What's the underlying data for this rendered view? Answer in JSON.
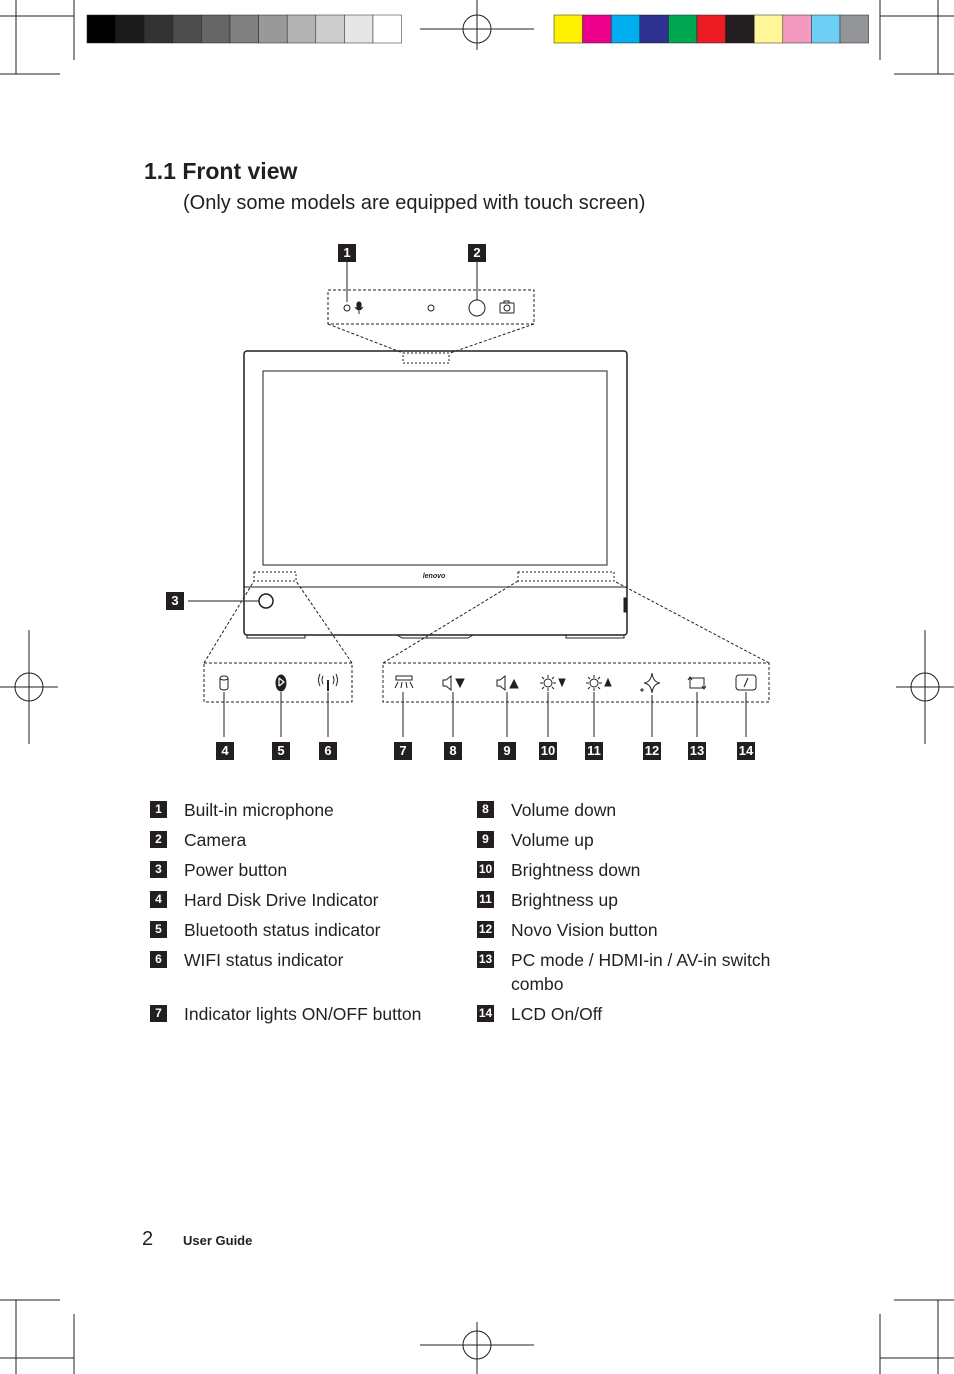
{
  "header": {
    "title": "1.1 Front view",
    "subtitle": "(Only some models are equipped with touch screen)"
  },
  "diagram": {
    "brand_text": "lenovo",
    "callouts": [
      "1",
      "2",
      "3",
      "4",
      "5",
      "6",
      "7",
      "8",
      "9",
      "10",
      "11",
      "12",
      "13",
      "14"
    ]
  },
  "legend": {
    "left": [
      {
        "num": "1",
        "label": "Built-in microphone"
      },
      {
        "num": "2",
        "label": "Camera"
      },
      {
        "num": "3",
        "label": "Power button"
      },
      {
        "num": "4",
        "label": "Hard Disk Drive Indicator"
      },
      {
        "num": "5",
        "label": "Bluetooth status indicator"
      },
      {
        "num": "6",
        "label": "WIFI status indicator"
      },
      {
        "num": "7",
        "label": "Indicator lights ON/OFF button"
      }
    ],
    "right": [
      {
        "num": "8",
        "label": "Volume down"
      },
      {
        "num": "9",
        "label": "Volume up"
      },
      {
        "num": "10",
        "label": "Brightness down"
      },
      {
        "num": "11",
        "label": "Brightness up"
      },
      {
        "num": "12",
        "label": "Novo Vision button"
      },
      {
        "num": "13",
        "label": "PC mode / HDMI-in / AV-in switch combo"
      },
      {
        "num": "14",
        "label": "LCD On/Off"
      }
    ]
  },
  "footer": {
    "page_number": "2",
    "label": "User Guide"
  },
  "colors": {
    "grayscale_bar": [
      "#000000",
      "#1a1a1a",
      "#333333",
      "#4d4d4d",
      "#666666",
      "#808080",
      "#999999",
      "#b3b3b3",
      "#cccccc",
      "#e6e6e6",
      "#ffffff"
    ],
    "color_bar": [
      "#fff200",
      "#ec008c",
      "#00aeef",
      "#2e3192",
      "#00a651",
      "#ed1c24",
      "#231f20",
      "#fff799",
      "#f49ac1",
      "#6dcff6",
      "#939598"
    ]
  }
}
